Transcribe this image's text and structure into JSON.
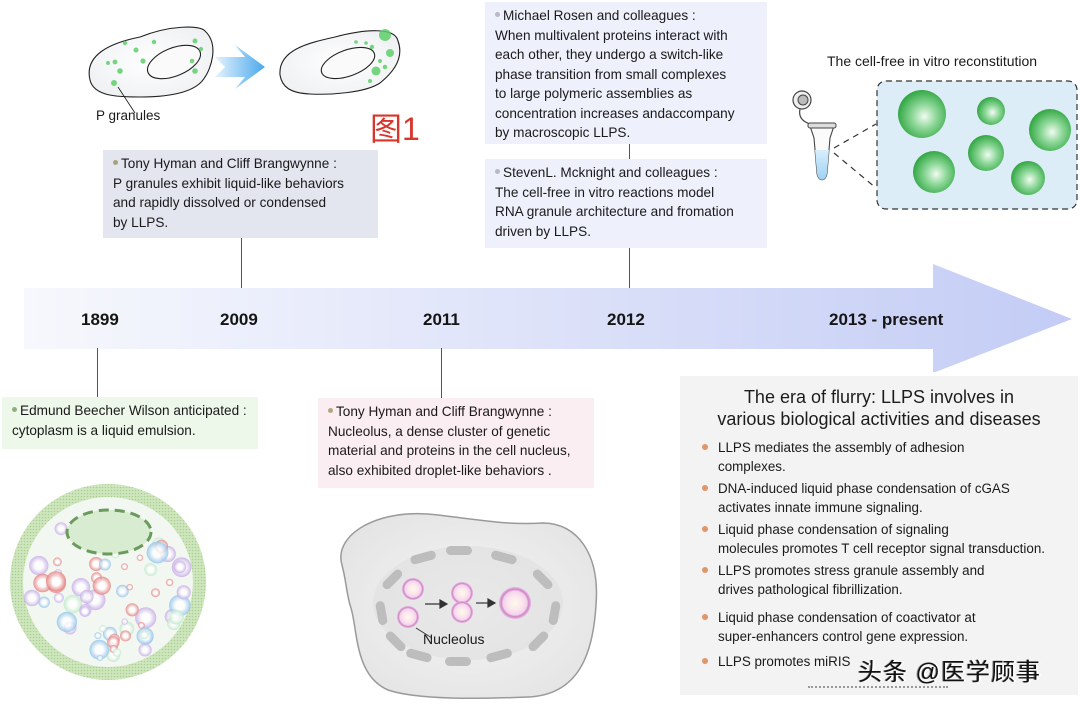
{
  "figure_label": "图1",
  "colors": {
    "arrow_start": "#f7f8fd",
    "arrow_end": "#c3ccf5",
    "granule_green": "#4fc35a",
    "nucleolus_pink": "#cf86c8",
    "era_bullet": "#e0956a",
    "figure_label_red": "#d9362b"
  },
  "timeline": {
    "years": [
      "1899",
      "2009",
      "2011",
      "2012",
      "2013 - present"
    ]
  },
  "top_illustration": {
    "p_granules_label": "P granules"
  },
  "invitro": {
    "title": "The cell-free in vitro reconstitution"
  },
  "nucleolus_illustration": {
    "label": "Nucleolus"
  },
  "events": {
    "e1899": {
      "lines": [
        "Edmund Beecher Wilson anticipated :",
        "cytoplasm is a liquid emulsion."
      ]
    },
    "e2009": {
      "lines": [
        "Tony Hyman and Cliff Brangwynne :",
        "P granules exhibit liquid-like behaviors",
        "and rapidly dissolved or condensed",
        "by LLPS."
      ]
    },
    "e2011": {
      "lines": [
        "Tony Hyman and Cliff Brangwynne :",
        "Nucleolus, a dense cluster of genetic",
        "material and proteins in the cell nucleus,",
        "also exhibited droplet-like behaviors ."
      ]
    },
    "e2012a": {
      "lines": [
        "Michael Rosen and colleagues :",
        "When multivalent proteins interact with",
        "each other, they undergo a switch-like",
        "phase transition from small complexes",
        "to large polymeric assemblies as",
        "concentration increases andaccompany",
        "by macroscopic LLPS."
      ]
    },
    "e2012b": {
      "lines": [
        "StevenL. Mcknight and colleagues :",
        "The cell-free in vitro reactions model",
        "RNA granule architecture and fromation",
        "driven by LLPS."
      ]
    }
  },
  "era": {
    "title_lines": [
      "The era of flurry: LLPS involves in",
      "various biological activities and diseases"
    ],
    "items": [
      {
        "lines": [
          "LLPS mediates the assembly of adhesion",
          "complexes."
        ]
      },
      {
        "lines": [
          "DNA-induced liquid phase condensation of cGAS",
          "activates innate immune signaling."
        ]
      },
      {
        "lines": [
          "Liquid phase condensation of signaling",
          "molecules promotes T cell receptor signal transduction."
        ]
      },
      {
        "lines": [
          "LLPS promotes stress granule assembly and",
          "drives pathological fibrillization."
        ]
      },
      {
        "lines": [
          "Liquid phase condensation of coactivator at",
          "super-enhancers control gene expression."
        ]
      },
      {
        "lines": [
          "LLPS promotes miRIS"
        ]
      }
    ]
  },
  "watermark": "头条 @医学顾事"
}
